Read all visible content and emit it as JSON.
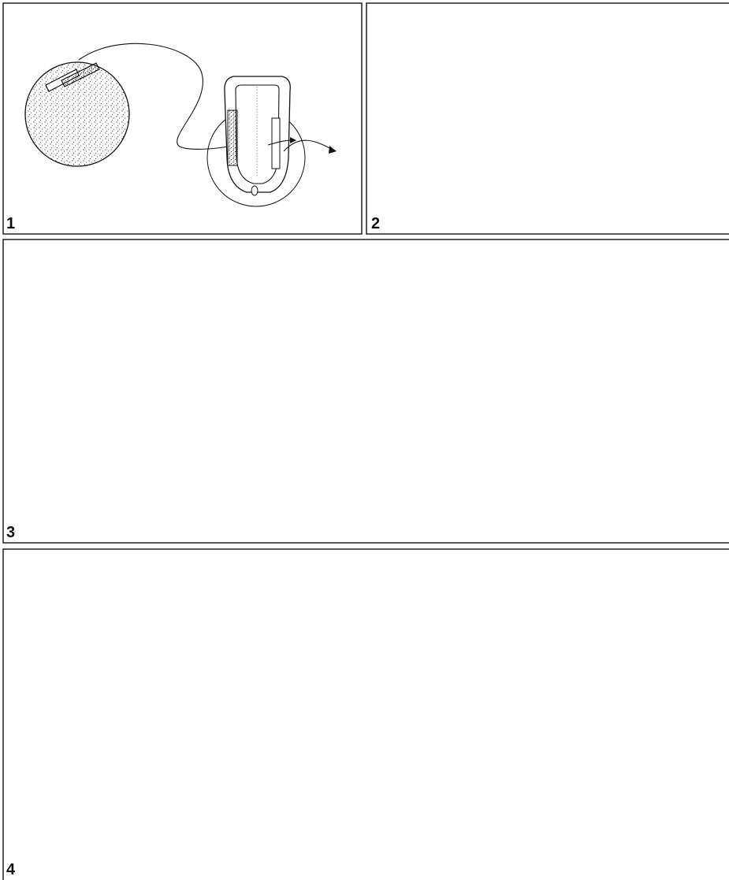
{
  "panels": [
    {
      "label": "1"
    },
    {
      "label": "2"
    },
    {
      "label": "3"
    },
    {
      "label": "4"
    }
  ],
  "colors": {
    "ink": "#111111",
    "stipple": "#2a2a2a",
    "background": "#ffffff"
  }
}
